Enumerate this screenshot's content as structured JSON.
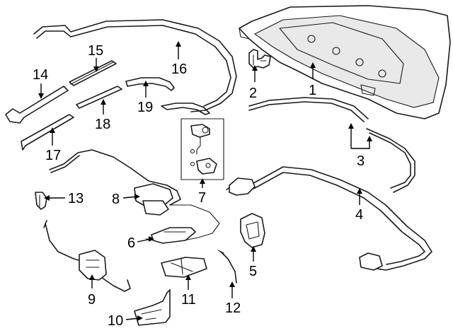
{
  "diagram": {
    "callouts": [
      {
        "id": "c1",
        "text": "1"
      },
      {
        "id": "c2",
        "text": "2"
      },
      {
        "id": "c3",
        "text": "3"
      },
      {
        "id": "c4",
        "text": "4"
      },
      {
        "id": "c5",
        "text": "5"
      },
      {
        "id": "c6",
        "text": "6"
      },
      {
        "id": "c7",
        "text": "7"
      },
      {
        "id": "c8",
        "text": "8"
      },
      {
        "id": "c9",
        "text": "9"
      },
      {
        "id": "c10",
        "text": "10"
      },
      {
        "id": "c11",
        "text": "11"
      },
      {
        "id": "c12",
        "text": "12"
      },
      {
        "id": "c13",
        "text": "13"
      },
      {
        "id": "c14",
        "text": "14"
      },
      {
        "id": "c15",
        "text": "15"
      },
      {
        "id": "c16",
        "text": "16"
      },
      {
        "id": "c17",
        "text": "17"
      },
      {
        "id": "c18",
        "text": "18"
      },
      {
        "id": "c19",
        "text": "19"
      }
    ]
  }
}
